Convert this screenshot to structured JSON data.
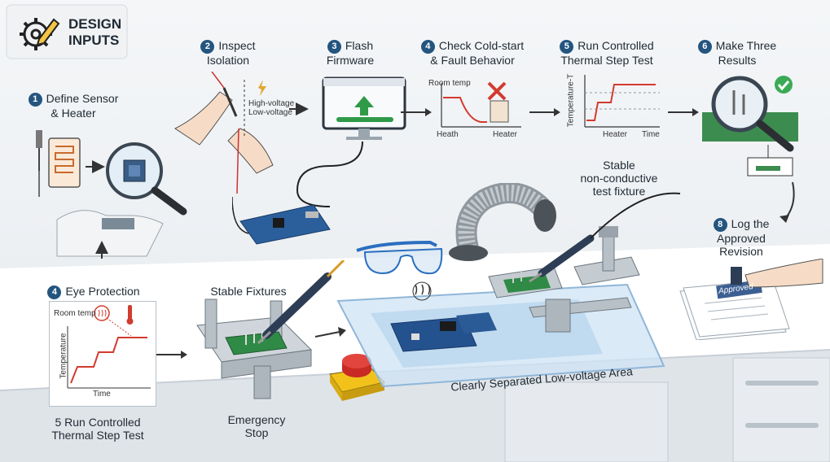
{
  "header": {
    "title_line1": "DESIGN",
    "title_line2": "INPUTS",
    "icon": "gear-pencil-icon"
  },
  "steps": {
    "s1": {
      "num": "1",
      "line1": "Define Sensor",
      "line2": "& Heater"
    },
    "s2": {
      "num": "2",
      "line1": "Inspect",
      "line2": "Isolation"
    },
    "s3": {
      "num": "3",
      "line1": "Flash",
      "line2": "Firmware"
    },
    "s4": {
      "num": "4",
      "line1": "Check Cold-start",
      "line2": "& Fault Behavior"
    },
    "s5": {
      "num": "5",
      "line1": "Run Controlled",
      "line2": "Thermal Step Test"
    },
    "s6": {
      "num": "6",
      "line1": "Make Three",
      "line2": "Results"
    },
    "s4b": {
      "num": "4",
      "line1": "Eye Protection"
    },
    "s5b": {
      "line1": "5 Run Controlled",
      "line2": "Thermal Step Test"
    },
    "s8": {
      "num": "8",
      "line1": "Log the",
      "line2": "Approved",
      "line3": "Revision"
    }
  },
  "labels": {
    "high_voltage": "High-voltage",
    "low_voltage": "Low-voltage",
    "room_temp": "Room temp",
    "heath": "Heath",
    "heater": "Heater",
    "temperature_t": "Temperature-T",
    "heater2": "Heater",
    "time": "Time",
    "room_temp2": "Room temp",
    "temperature": "Temperature",
    "time2": "Time",
    "stable_fixtures": "Stable Fixtures",
    "emergency_line1": "Emergency",
    "emergency_line2": "Stop",
    "fixture_line1": "Stable",
    "fixture_line2": "non-conductive",
    "fixture_line3": "test fixture",
    "low_voltage_area": "Clearly Separated Low-voltage Area",
    "approved": "Approved"
  },
  "colors": {
    "accent": "#24557f",
    "red": "#d23b2f",
    "green": "#3a9a4c",
    "pcb_blue": "#1f4f8a"
  }
}
